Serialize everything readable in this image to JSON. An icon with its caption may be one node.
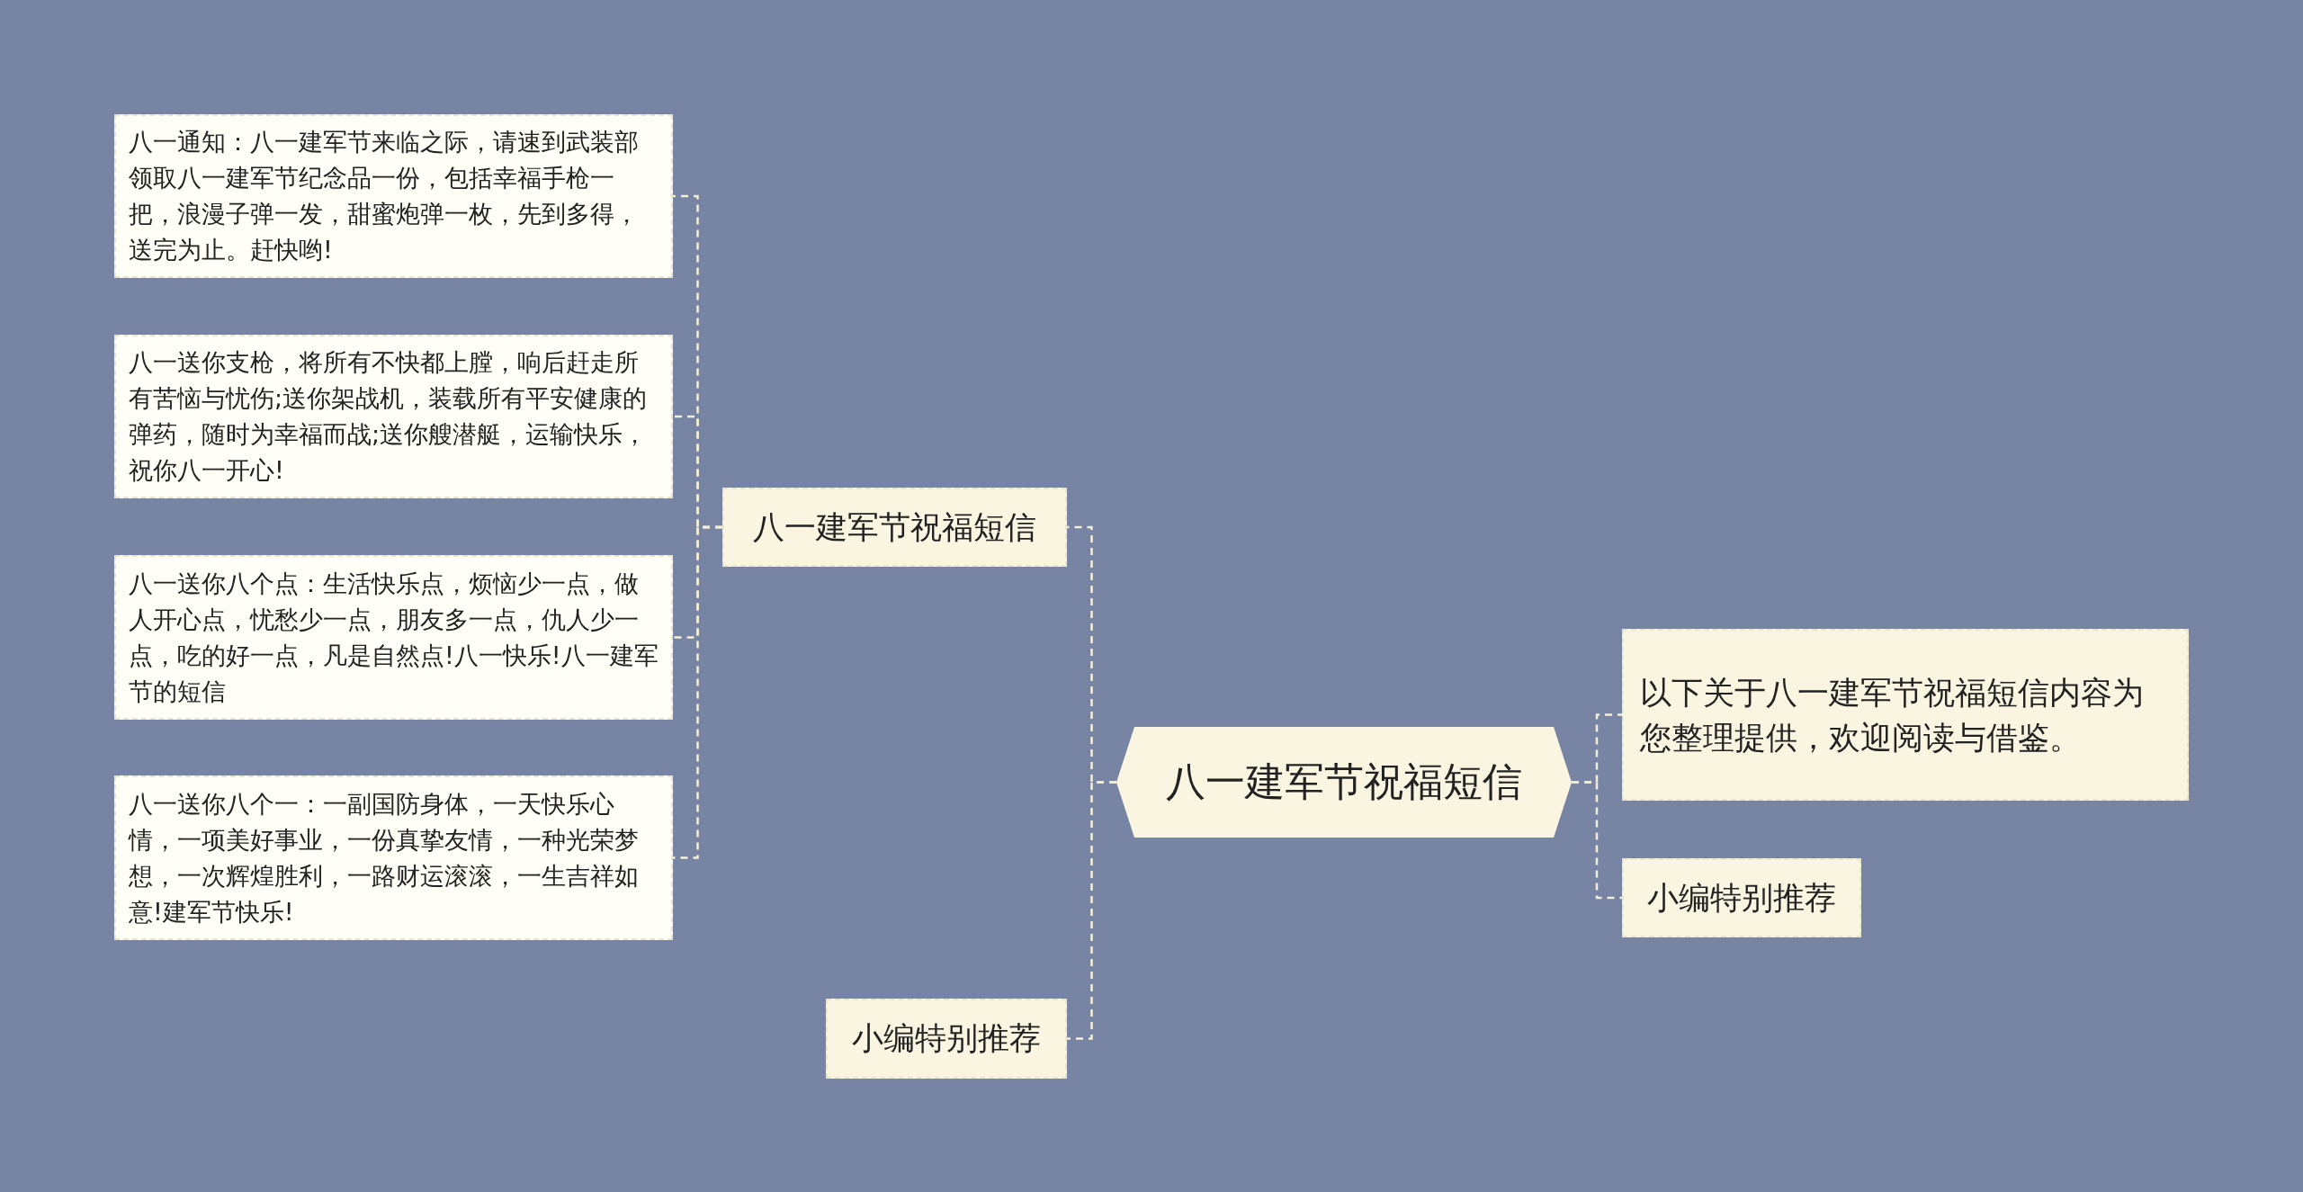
{
  "diagram": {
    "nodes": [
      {
        "text": [
          "八一建军节祝福短信"
        ]
      },
      {
        "text": [
          "八一建军节祝福短信"
        ]
      },
      {
        "text": [
          "小编特别推荐"
        ]
      },
      {
        "text": [
          "八一通知：八一建军节来临之际，请速到武装部领取八一建军节纪念品一份，包括幸福手枪一把，浪漫子弹一发，甜蜜炮弹一枚，先到多得，送完为止。赶快哟!"
        ]
      },
      {
        "text": [
          "八一送你支枪，将所有不快都上膛，响后赶走所有苦恼与忧伤;送你架战机，装载所有平安健康的弹药，随时为幸福而战;送你艘潜艇，运输快乐，祝你八一开心!"
        ]
      },
      {
        "text": [
          "八一送你八个点：生活快乐点，烦恼少一点，做人开心点，忧愁少一点，朋友多一点，仇人少一点，吃的好一点，凡是自然点!八一快乐!八一建军节的短信"
        ]
      },
      {
        "text": [
          "八一送你八个一：一副国防身体，一天快乐心情，一项美好事业，一份真挚友情，一种光荣梦想，一次辉煌胜利，一路财运滚滚，一生吉祥如意!建军节快乐!"
        ]
      },
      {
        "text": [
          "以下关于八一建军节祝福短信内容为您整理提供，欢迎阅读与借鉴。"
        ]
      },
      {
        "text": [
          "小编特别推荐"
        ]
      }
    ],
    "edges": [
      {
        "from": 0,
        "to": 1,
        "arrow": "none"
      },
      {
        "from": 0,
        "to": 2,
        "arrow": "none"
      },
      {
        "from": 1,
        "to": 3,
        "arrow": "none"
      },
      {
        "from": 1,
        "to": 4,
        "arrow": "none"
      },
      {
        "from": 1,
        "to": 5,
        "arrow": "none"
      },
      {
        "from": 1,
        "to": 6,
        "arrow": "none"
      },
      {
        "from": 0,
        "to": 7,
        "arrow": "none"
      },
      {
        "from": 0,
        "to": 8,
        "arrow": "none"
      }
    ]
  }
}
